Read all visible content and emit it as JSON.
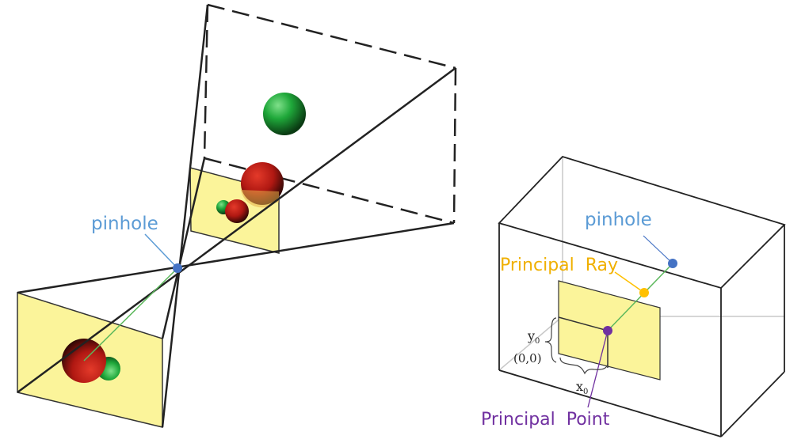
{
  "left_diagram": {
    "pinhole_label": "pinhole"
  },
  "right_diagram": {
    "pinhole_label": "pinhole",
    "principal_ray_label": "Principal  Ray",
    "principal_point_label": "Principal  Point",
    "y0_label": "y",
    "y0_sub": "0",
    "x0_label": "x",
    "x0_sub": "0",
    "origin_label": "(0,0)"
  },
  "colors": {
    "pinhole_label": "#5b9bd5",
    "pinhole_dot": "#4472c4",
    "principal_ray_label": "#f0b000",
    "principal_ray_dot": "#ffc000",
    "principal_point_label": "#7030a0",
    "principal_point_dot": "#7030a0",
    "image_plane_fill": "#fbf49a",
    "ray_green": "#5cb85c"
  }
}
